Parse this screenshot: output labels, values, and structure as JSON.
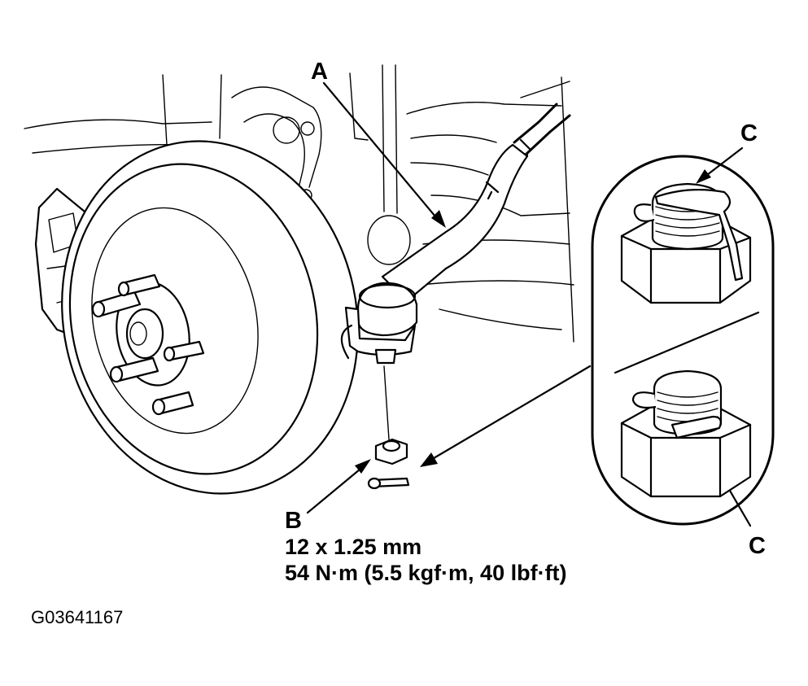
{
  "labels": {
    "a": "A",
    "b": "B",
    "c_top": "C",
    "c_bottom": "C"
  },
  "spec": {
    "thread": "12 x 1.25 mm",
    "torque": "54 N·m (5.5 kgf·m, 40 lbf·ft)"
  },
  "figure_code": "G03641167",
  "icons": [
    "brake-disc-icon",
    "tie-rod-end-icon",
    "castle-nut-icon",
    "cotter-pin-icon"
  ]
}
